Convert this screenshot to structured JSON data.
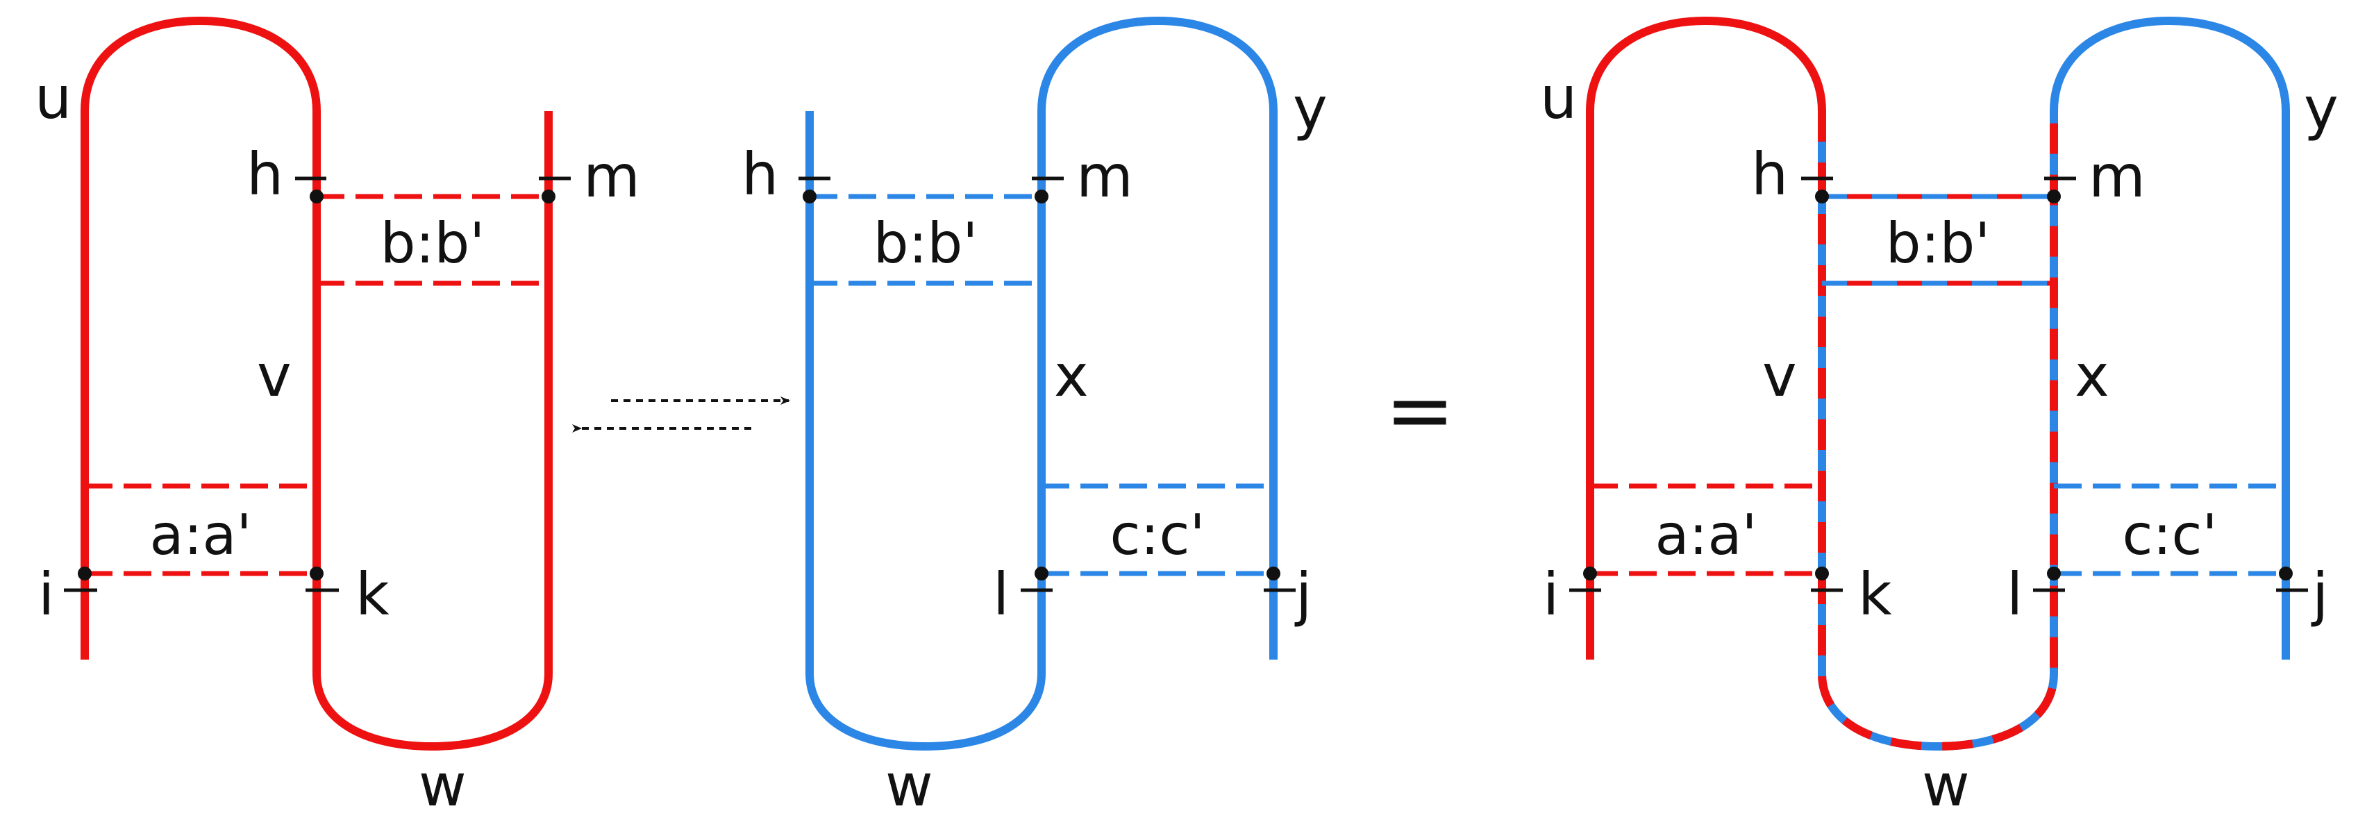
{
  "colors": {
    "red": "#ee1111",
    "blue": "#2b86e6",
    "ink": "#111111"
  },
  "left_diagram": {
    "labels": {
      "u": "u",
      "h": "h",
      "m": "m",
      "v": "v",
      "i": "i",
      "k": "k",
      "w": "w"
    },
    "boxes": {
      "top": "b:b'",
      "bottom": "a:a'"
    }
  },
  "middle_diagram": {
    "labels": {
      "h": "h",
      "m": "m",
      "y": "y",
      "x": "x",
      "l": "l",
      "j": "j",
      "w": "w"
    },
    "boxes": {
      "top": "b:b'",
      "bottom": "c:c'"
    }
  },
  "right_diagram": {
    "labels": {
      "u": "u",
      "h": "h",
      "m": "m",
      "y": "y",
      "v": "v",
      "x": "x",
      "i": "i",
      "k": "k",
      "l": "l",
      "j": "j",
      "w": "w"
    },
    "boxes": {
      "top": "b:b'",
      "left": "a:a'",
      "right": "c:c'"
    }
  },
  "equals": "="
}
